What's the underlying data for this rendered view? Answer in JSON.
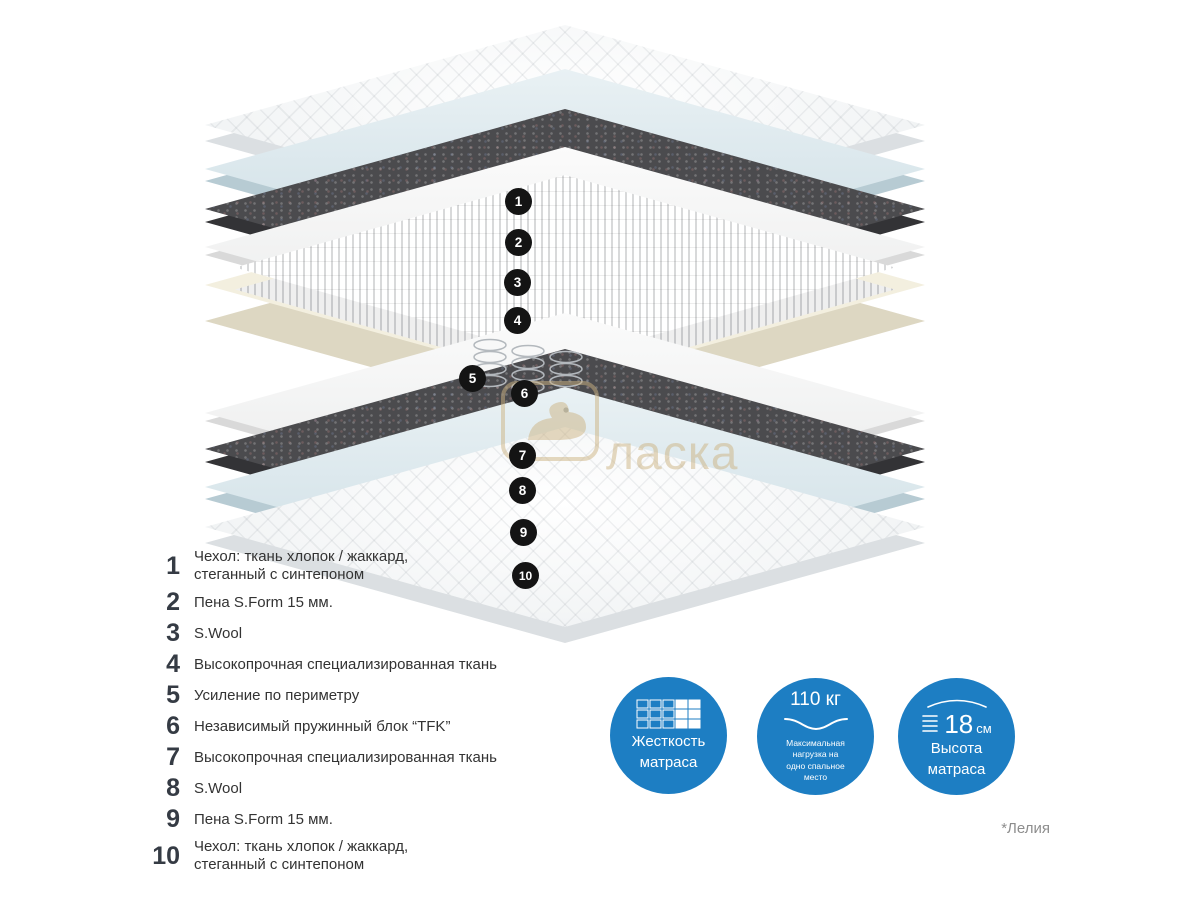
{
  "diagram": {
    "badges": [
      "1",
      "2",
      "3",
      "4",
      "5",
      "6",
      "7",
      "8",
      "9",
      "10"
    ],
    "watermark_text": "ласка"
  },
  "legend": {
    "items": [
      {
        "num": "1",
        "label": "Чехол: ткань хлопок / жаккард,\nстеганный с синтепоном"
      },
      {
        "num": "2",
        "label": "Пена S.Form 15 мм."
      },
      {
        "num": "3",
        "label": "S.Wool"
      },
      {
        "num": "4",
        "label": "Высокопрочная специализированная ткань"
      },
      {
        "num": "5",
        "label": "Усиление по периметру"
      },
      {
        "num": "6",
        "label": "Независимый пружинный блок “TFK”"
      },
      {
        "num": "7",
        "label": "Высокопрочная специализированная ткань"
      },
      {
        "num": "8",
        "label": "S.Wool"
      },
      {
        "num": "9",
        "label": "Пена S.Form 15 мм."
      },
      {
        "num": "10",
        "label": "Чехол: ткань хлопок / жаккард,\nстеганный с синтепоном"
      }
    ]
  },
  "features": {
    "hardness": {
      "line1": "Жесткость",
      "line2": "матраса"
    },
    "load": {
      "value": "110 кг",
      "caption": "Максимальная\nнагрузка на\nодно спальное\nместо"
    },
    "height": {
      "value": "18",
      "unit": "см",
      "line1": "Высота",
      "line2": "матраса"
    }
  },
  "footnote": "*Лелия",
  "colors": {
    "accent_blue": "#1d7ec3",
    "badge_black": "#141414",
    "felt_dark": "#4b4b4e",
    "foam_blue": "#d9e8ee",
    "frame_cream": "#f3efdf",
    "watermark_tan": "#cdb483"
  }
}
